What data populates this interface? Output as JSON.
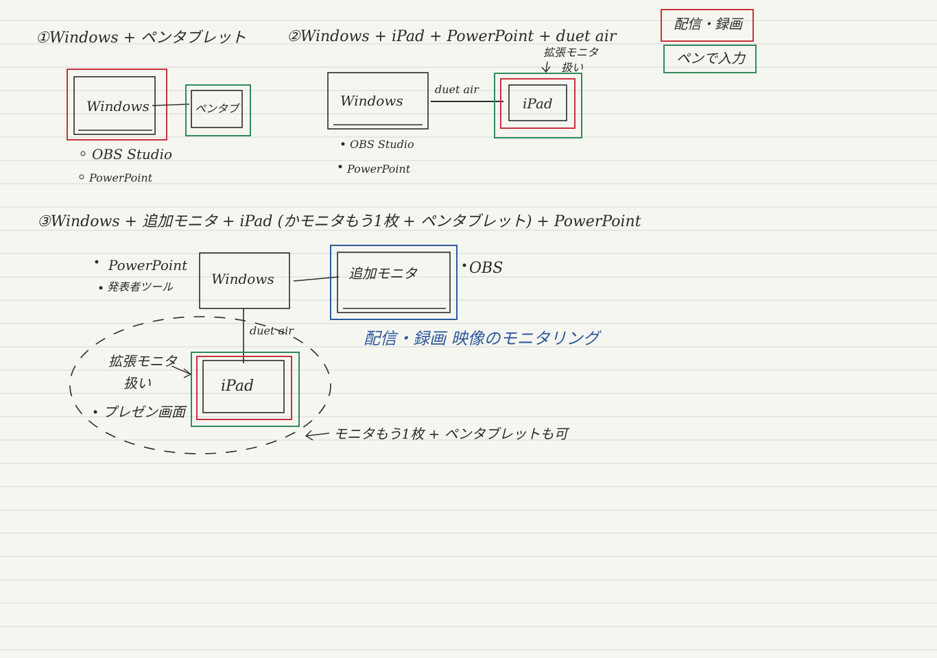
{
  "colors": {
    "paper": "#f6f6f1",
    "rule_line": "#d6d8d3",
    "ink": "#2a2a2a",
    "red": "#c8323a",
    "green": "#2f8a5a",
    "blue": "#2e5a9e"
  },
  "legend": {
    "stream_record": "配信・録画",
    "pen_input": "ペンで入力"
  },
  "section1": {
    "title": "①Windows + ペンタブレット",
    "windows": "Windows",
    "pentab": "ペンタブ",
    "bullets": [
      "OBS Studio",
      "PowerPoint"
    ]
  },
  "section2": {
    "title": "②Windows + iPad + PowerPoint + duet air",
    "windows": "Windows",
    "link": "duet air",
    "note_line1": "拡張モニタ",
    "note_line2": "扱い",
    "ipad": "iPad",
    "bullets": [
      "OBS Studio",
      "PowerPoint"
    ]
  },
  "section3": {
    "title": "③Windows + 追加モニタ + iPad (かモニタもう1枚 + ペンタブレット) + PowerPoint",
    "bullets_left": [
      "PowerPoint",
      "発表者ツール"
    ],
    "windows": "Windows",
    "extra_monitor": "追加モニタ",
    "obs_bullet": "OBS",
    "link": "duet air",
    "monitoring_note": "配信・録画 映像のモニタリング",
    "ext_line1": "拡張モニタ",
    "ext_line2": "扱い",
    "ipad": "iPad",
    "ipad_bullet": "プレゼン画面",
    "alt_note": "モニタもう1枚 + ペンタブレットも可"
  }
}
